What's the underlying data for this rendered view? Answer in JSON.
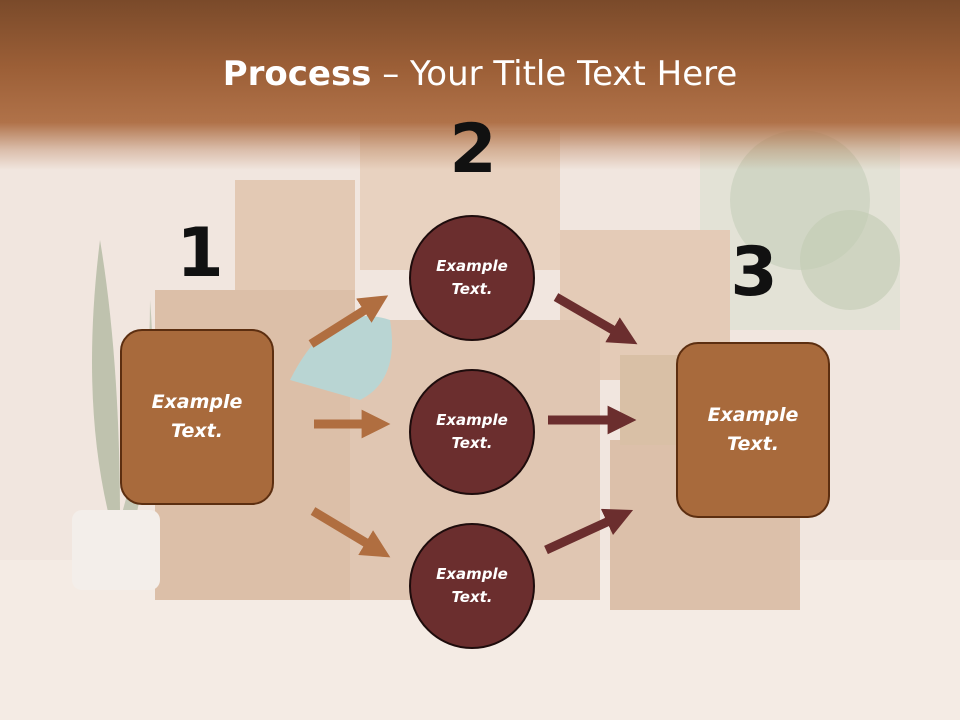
{
  "title": {
    "bold": "Process",
    "rest": " – Your Title Text Here"
  },
  "steps": {
    "one": "1",
    "two": "2",
    "three": "3"
  },
  "left_box": {
    "text": "Example Text."
  },
  "right_box": {
    "text": "Example Text."
  },
  "circles": [
    {
      "text": "Example Text."
    },
    {
      "text": "Example Text."
    },
    {
      "text": "Example Text."
    }
  ],
  "colors": {
    "title_band": "#9c5f37",
    "box_fill": "#a86a3c",
    "circle_fill": "#6b2e2e",
    "arrow_in": "#b06e40",
    "arrow_out": "#6b2e2e"
  }
}
